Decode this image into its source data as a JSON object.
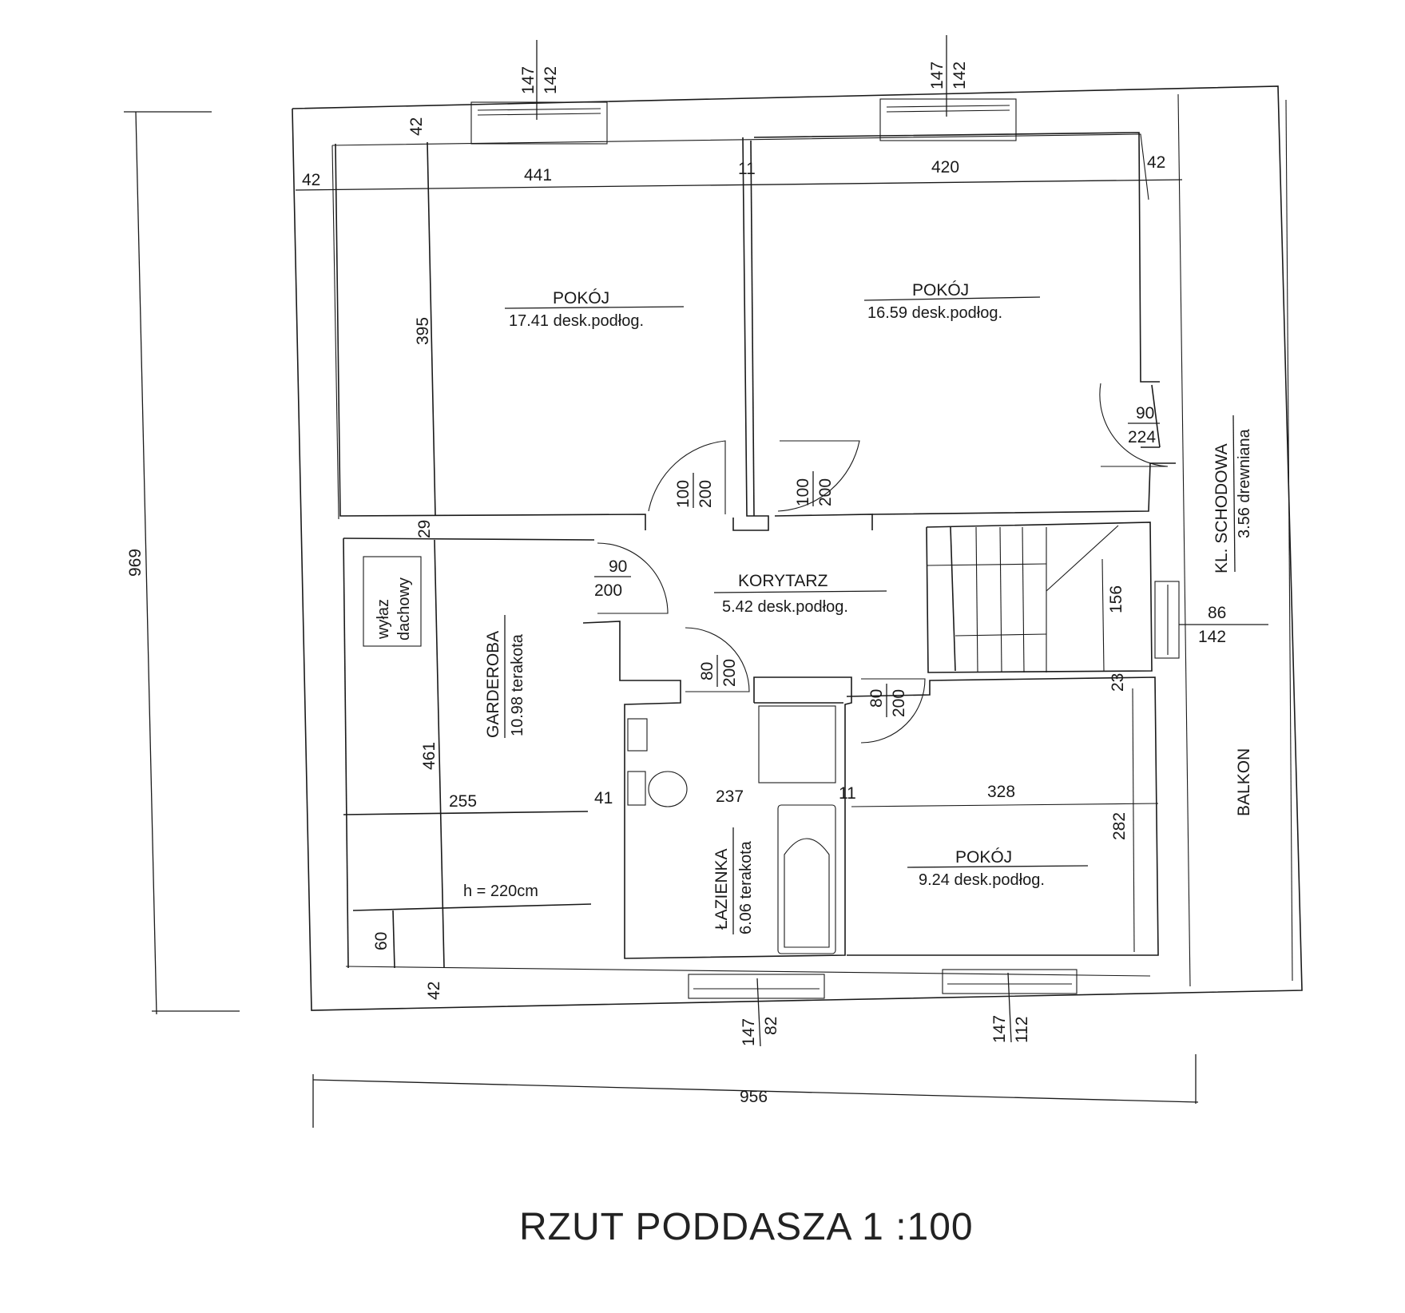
{
  "title": "RZUT PODDASZA 1 :100",
  "rooms": {
    "pokoj_1": {
      "name": "POKÓJ",
      "info": "17.41 desk.podłog."
    },
    "pokoj_2": {
      "name": "POKÓJ",
      "info": "16.59 desk.podłog."
    },
    "korytarz": {
      "name": "KORYTARZ",
      "info": "5.42 desk.podłog."
    },
    "garderoba": {
      "name": "GARDEROBA",
      "info": "10.98 terakota"
    },
    "lazienka": {
      "name": "ŁAZIENKA",
      "info": "6.06 terakota"
    },
    "pokoj_3": {
      "name": "POKÓJ",
      "info": "9.24 desk.podłog."
    },
    "klatka": {
      "name": "KL. SCHODOWA",
      "info": "3.56 drewniana"
    },
    "balkon": {
      "name": "BALKON"
    }
  },
  "notes": {
    "wylaz_1": "wyłaz",
    "wylaz_2": "dachowy",
    "height": "h = 220cm"
  },
  "dims": {
    "total_width": "956",
    "total_height": "969",
    "top_42_left": "42",
    "top_42_vertical": "42",
    "top_441": "441",
    "top_11": "11",
    "top_420": "420",
    "top_42_right": "42",
    "left_395": "395",
    "left_29": "29",
    "left_461": "461",
    "left_255": "255",
    "left_42_bottom": "42",
    "left_60": "60",
    "mid_41": "41",
    "mid_237": "237",
    "mid_11": "11",
    "mid_328": "328",
    "right_282": "282",
    "right_156": "156",
    "right_23": "23",
    "win_top1_a": "147",
    "win_top1_b": "142",
    "win_top2_a": "147",
    "win_top2_b": "142",
    "win_bot1_a": "147",
    "win_bot1_b": "82",
    "win_bot2_a": "147",
    "win_bot2_b": "112",
    "win_right_a": "86",
    "win_right_b": "142",
    "door1_a": "100",
    "door1_b": "200",
    "door2_a": "100",
    "door2_b": "200",
    "door3_a": "90",
    "door3_b": "224",
    "door4_a": "90",
    "door4_b": "200",
    "door5_a": "80",
    "door5_b": "200",
    "door6_a": "80",
    "door6_b": "200"
  }
}
